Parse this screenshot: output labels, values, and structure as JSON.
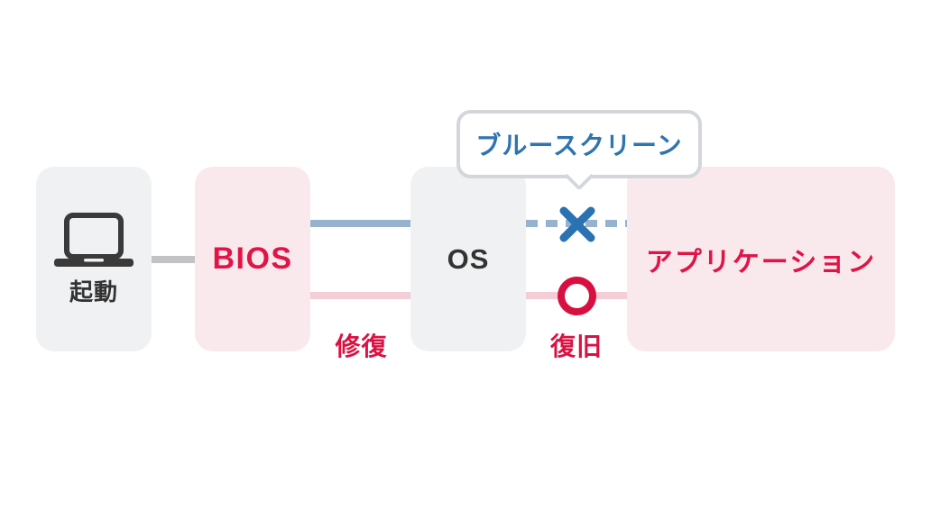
{
  "nodes": {
    "startup": {
      "label": "起動"
    },
    "bios": {
      "label": "BIOS"
    },
    "os": {
      "label": "OS"
    },
    "app": {
      "label": "アプリケーション"
    }
  },
  "callout": {
    "label": "ブルースクリーン"
  },
  "edge_labels": {
    "repair": "修復",
    "recover": "復旧"
  },
  "icons": {
    "laptop": "laptop-icon",
    "failure": "x-mark-icon",
    "success": "circle-mark-icon"
  },
  "colors": {
    "accent_red": "#e01447",
    "label_red": "#da1243",
    "circle_red": "#d8103f",
    "accent_blue": "#2b72b2",
    "callout_text_blue": "#2e74b0",
    "line_steel_blue": "#96b2ce",
    "line_light_pink": "#f5cdd6",
    "connector_gray": "#c2c2c4",
    "box_gray": "#f0f1f2",
    "box_pink": "#fae9ec",
    "dark_text": "#333333",
    "callout_border": "#d3d7db",
    "background": "#ffffff"
  }
}
